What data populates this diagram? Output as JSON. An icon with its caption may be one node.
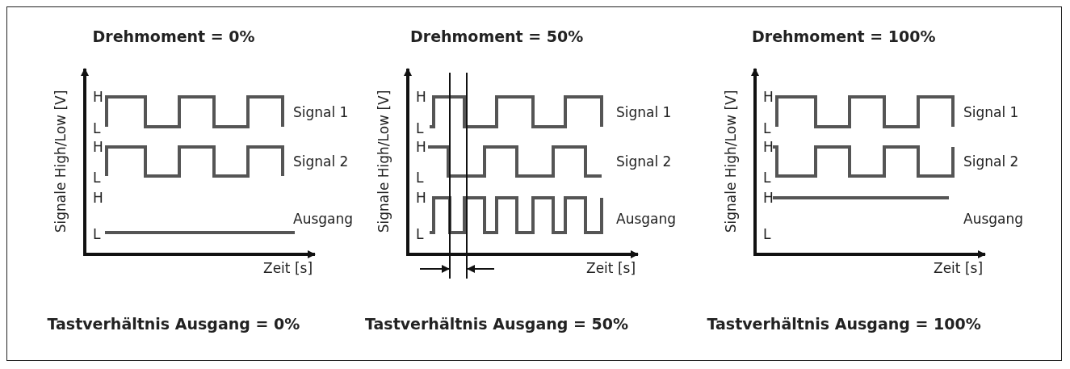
{
  "diagram": {
    "labels": [
      "Drehmoment = 0%",
      "Signale High/Low [V]",
      "H",
      "L",
      "Signal 1",
      "H",
      "L",
      "Signal 2",
      "H",
      "L",
      "Ausgang",
      "Zeit [s]",
      "Tastverhältnis Ausgang = 0%",
      "Drehmoment = 50%",
      "Signale High/Low [V]",
      "H",
      "L",
      "Signal 1",
      "H",
      "L",
      "Signal 2",
      "H",
      "L",
      "Ausgang",
      "Zeit [s]",
      "Tastverhältnis Ausgang = 50%",
      "Drehmoment = 100%",
      "Signale High/Low [V]",
      "H",
      "L",
      "Signal 1",
      "H",
      "L",
      "Signal 2",
      "H",
      "L",
      "Ausgang",
      "Zeit [s]",
      "Tastverhältnis Ausgang = 100%"
    ]
  }
}
